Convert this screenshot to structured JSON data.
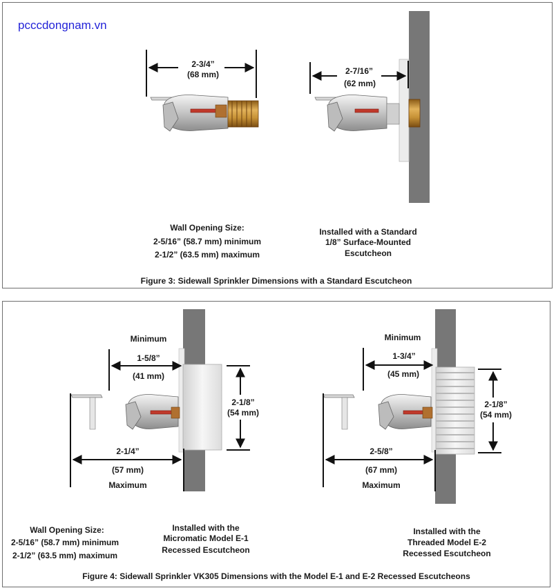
{
  "watermark": "pcccdongnam.vn",
  "figure3": {
    "left": {
      "dim_frac": "2-3/4”",
      "dim_mm": "(68 mm)",
      "wall_title": "Wall Opening Size:",
      "wall_min": "2-5/16” (58.7 mm) minimum",
      "wall_max": "2-1/2” (63.5 mm) maximum"
    },
    "right": {
      "dim_frac": "2-7/16”",
      "dim_mm": "(62 mm)",
      "caption_1": "Installed with a Standard",
      "caption_2": "1/8” Surface-Mounted",
      "caption_3": "Escutcheon"
    },
    "caption": "Figure 3:  Sidewall Sprinkler Dimensions with a Standard Escutcheon"
  },
  "figure4": {
    "left": {
      "min_label": "Minimum",
      "min_frac": "1-5/8”",
      "min_mm": "(41 mm)",
      "depth_frac": "2-1/8”",
      "depth_mm": "(54 mm)",
      "max_frac": "2-1/4”",
      "max_mm": "(57 mm)",
      "max_label": "Maximum",
      "caption_1": "Installed with the",
      "caption_2": "Micromatic Model E-1",
      "caption_3": "Recessed Escutcheon"
    },
    "right": {
      "min_label": "Minimum",
      "min_frac": "1-3/4”",
      "min_mm": "(45 mm)",
      "depth_frac": "2-1/8”",
      "depth_mm": "(54 mm)",
      "max_frac": "2-5/8”",
      "max_mm": "(67 mm)",
      "max_label": "Maximum",
      "caption_1": "Installed with the",
      "caption_2": "Threaded Model E-2",
      "caption_3": "Recessed Escutcheon"
    },
    "wall_title": "Wall Opening Size:",
    "wall_min": "2-5/16” (58.7 mm) minimum",
    "wall_max": "2-1/2” (63.5 mm) maximum",
    "caption": "Figure 4:  Sidewall Sprinkler VK305 Dimensions with the Model E-1 and E-2 Recessed Escutcheons"
  },
  "colors": {
    "wall": "#7a7a7a",
    "escutcheon": "#ececec",
    "brass": "#b8862c",
    "bulb": "#c0392b",
    "frame": "#c8c8c8",
    "watermark": "#2323d8"
  }
}
